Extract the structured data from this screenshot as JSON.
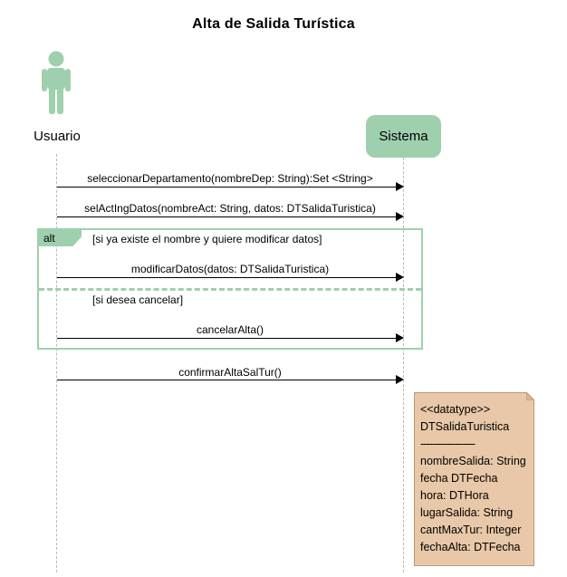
{
  "title": "Alta de Salida Turística",
  "actors": {
    "usuario": "Usuario",
    "sistema": "Sistema"
  },
  "messages": {
    "m1": "seleccionarDepartamento(nombreDep: String):Set <String>",
    "m2": "selActIngDatos(nombreAct: String, datos: DTSalidaTuristica)",
    "m3": "modificarDatos(datos: DTSalidaTuristica)",
    "m4": "cancelarAlta()",
    "m5": "confirmarAltaSalTur()"
  },
  "alt_frame": {
    "tag": "alt",
    "guard1": "[si ya existe el nombre y quiere modificar datos]",
    "guard2": "[si desea cancelar]"
  },
  "note": {
    "stereotype": "<<datatype>>",
    "name": "DTSalidaTuristica",
    "separator": "-------------------",
    "attrs": [
      "nombreSalida: String",
      "fecha DTFecha",
      "hora: DTHora",
      "lugarSalida: String",
      "cantMaxTur: Integer",
      "fechaAlta: DTFecha"
    ]
  },
  "colors": {
    "accent_green": "#9fd0ad",
    "note_fill": "#e8c8a8"
  }
}
